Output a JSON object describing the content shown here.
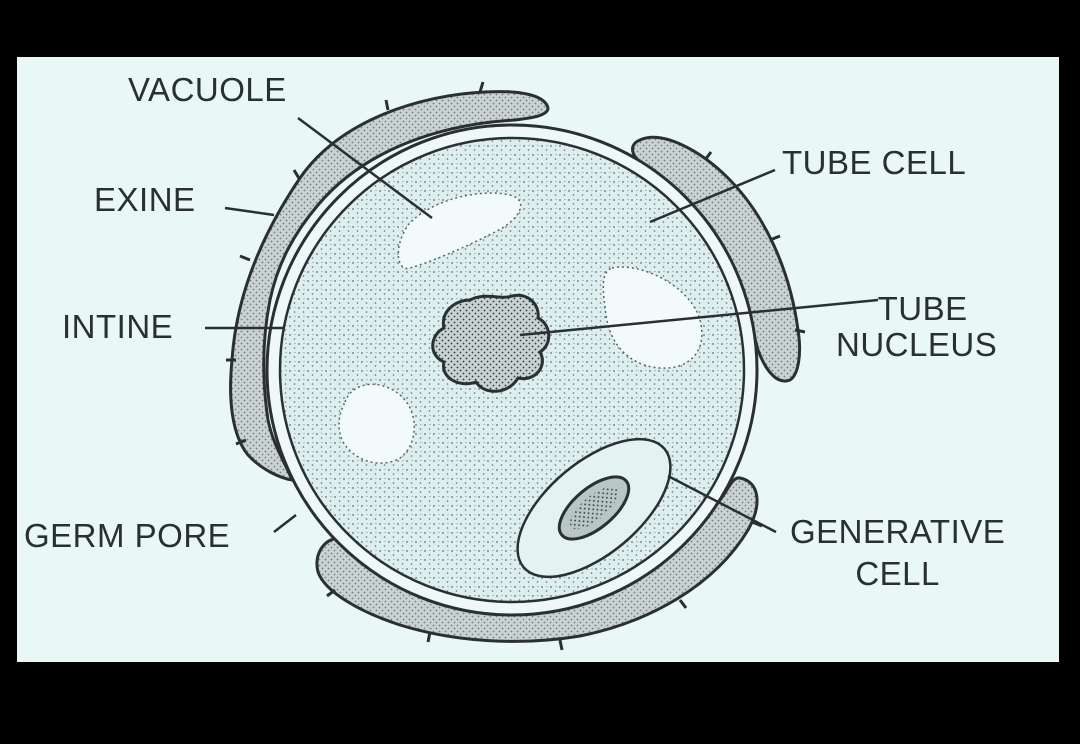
{
  "diagram": {
    "labels": {
      "vacuole": "VACUOLE",
      "exine": "EXINE",
      "intine": "INTINE",
      "germ_pore": "GERM PORE",
      "tube_cell": "TUBE CELL",
      "tube_nucleus_line1": "TUBE",
      "tube_nucleus_line2": "NUCLEUS",
      "generative_cell_line1": "GENERATIVE",
      "generative_cell_line2": "CELL"
    },
    "colors": {
      "background": "#000000",
      "panel": "#e9f8f6",
      "ink": "#2a2f31",
      "exine_fill": "#c9d3d4",
      "cytoplasm_fill": "#dceeee"
    }
  }
}
